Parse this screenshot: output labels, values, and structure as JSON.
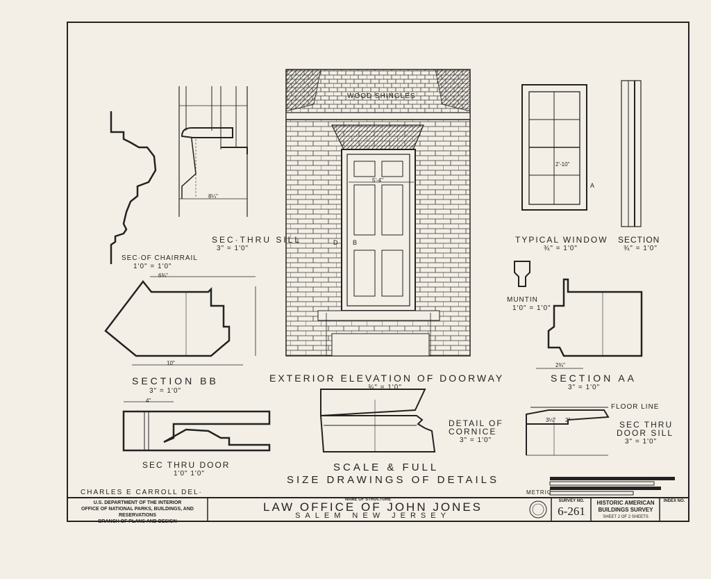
{
  "drawing": {
    "wood_shingles": "WOOD SHINGLES",
    "sec_thru_sill": "SEC·THRU SILL",
    "sec_thru_sill_scale": "3\" = 1'0\"",
    "sec_of_chairrail": "SEC·OF CHAIRRAIL",
    "chairrail_scale": "1'0\" = 1'0\"",
    "typical_window": "TYPICAL WINDOW",
    "typical_window_scale": "¾\" = 1'0\"",
    "section": "SECTION",
    "section_scale": "¾\" = 1'0\"",
    "muntin": "MUNTIN",
    "muntin_scale": "1'0\" = 1'0\"",
    "section_bb": "SECTION BB",
    "section_bb_scale": "3\" = 1'0\"",
    "exterior_elevation": "EXTERIOR ELEVATION OF DOORWAY",
    "exterior_elevation_scale": "¾\" = 1'0\"",
    "section_aa": "SECTION AA",
    "section_aa_scale": "3\" = 1'0\"",
    "sec_thru_door": "SEC THRU DOOR",
    "sec_thru_door_scale": "1'0\" 1'0\"",
    "scale_full": "SCALE & FULL",
    "size_drawings": "SIZE DRAWINGS OF DETAILS",
    "detail_of_cornice_1": "DETAIL OF",
    "detail_of_cornice_2": "CORNICE",
    "cornice_scale": "3\" = 1'0\"",
    "floor_line": "FLOOR LINE",
    "sec_thru_door_sill_1": "SEC THRU",
    "sec_thru_door_sill_2": "DOOR SILL",
    "door_sill_scale": "3\" = 1'0\"",
    "metric": "METRIC",
    "delineator": "CHARLES E CARROLL DEL·",
    "dim_8_1_4": "8¼\"",
    "dim_6_3_4": "6¾\"",
    "dim_10": "10\"",
    "dim_4": "4\"",
    "dim_5_4": "5'-4\"",
    "dim_2_10": "2'-10\"",
    "dim_2_3_4": "2¾\"",
    "dim_3_1_4": "3¼\"",
    "dim_2": "2\"",
    "label_a": "A",
    "label_b": "B",
    "label_d": "D"
  },
  "title_block": {
    "agency_line1": "U.S. DEPARTMENT OF THE INTERIOR",
    "agency_line2": "OFFICE OF NATIONAL PARKS, BUILDINGS, AND RESERVATIONS",
    "agency_line3": "BRANCH OF PLANS AND DESIGN",
    "name_of_structure_label": "NAME OF STRUCTURE",
    "structure_name": "LAW OFFICE OF JOHN JONES",
    "structure_location": "SALEM NEW JERSEY",
    "survey_no_label": "SURVEY NO.",
    "survey_no": "6-261",
    "habs_line1": "HISTORIC AMERICAN",
    "habs_line2": "BUILDINGS SURVEY",
    "sheet_line": "SHEET 2 OF 2 SHEETS",
    "index_no_label": "INDEX NO."
  }
}
